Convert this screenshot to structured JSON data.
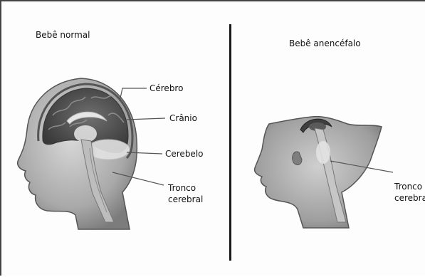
{
  "left_panel": {
    "title": "Bebê normal",
    "labels": {
      "brain": "Cérebro",
      "skull": "Crânio",
      "cerebellum": "Cerebelo",
      "brainstem_line1": "Tronco",
      "brainstem_line2": "cerebral"
    }
  },
  "right_panel": {
    "title": "Bebê anencéfalo",
    "labels": {
      "brainstem_line1": "Tronco",
      "brainstem_line2": "cerebra"
    }
  }
}
